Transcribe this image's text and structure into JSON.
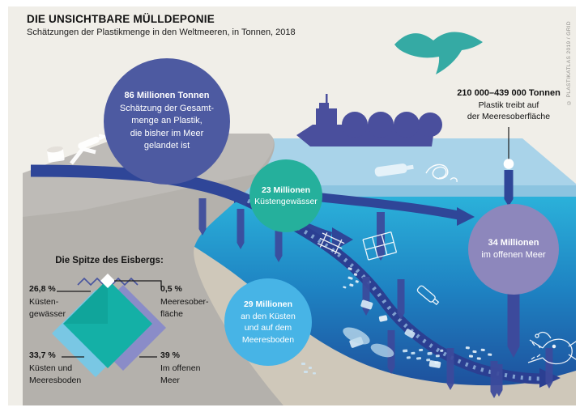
{
  "header": {
    "title": "DIE UNSICHTBARE MÜLLDEPONIE",
    "subtitle": "Schätzungen der Plastikmenge in den Weltmeeren, in Tonnen, 2018"
  },
  "credit": "© PLASTIKATLAS 2019 / GRID",
  "bubbles": {
    "total": {
      "value": "86 Millionen Tonnen",
      "l1": "Schätzung der Gesamt-",
      "l2": "menge an Plastik,",
      "l3": "die bisher im Meer",
      "l4": "gelandet ist"
    },
    "coastal": {
      "value": "23 Millionen",
      "label": "Küstengewässer"
    },
    "open": {
      "value": "34 Millionen",
      "label": "im offenen Meer"
    },
    "floor": {
      "value": "29 Millionen",
      "l1": "an den Küsten",
      "l2": "und auf dem",
      "l3": "Meeresboden"
    }
  },
  "surface_note": {
    "value": "210 000–439 000 Tonnen",
    "l1": "Plastik treibt auf",
    "l2": "der Meeresoberfläche"
  },
  "iceberg": {
    "title": "Die Spitze des Eisbergs:",
    "s1": {
      "pct": "26,8 %",
      "l1": "Küsten-",
      "l2": "gewässer"
    },
    "s2": {
      "pct": "0,5 %",
      "l1": "Meeresober-",
      "l2": "fläche"
    },
    "s3": {
      "pct": "33,7 %",
      "l1": "Küsten und",
      "l2": "Meeresboden"
    },
    "s4": {
      "pct": "39 %",
      "l1": "Im offenen",
      "l2": "Meer"
    }
  },
  "colors": {
    "total_bubble": "#4d5aa1",
    "coastal_bubble": "#25b09c",
    "open_bubble": "#8d87bc",
    "floor_bubble": "#47b4e6",
    "sea_light": "#a9d3e9",
    "sea_deep": "#1e4695",
    "land": "#b4b1ac",
    "seafloor": "#cfc8ba",
    "flow_band": "#2f4698",
    "bird": "#35aaa4",
    "ship": "#4a4f9d",
    "background": "#f0eee8"
  },
  "chart_data": {
    "type": "table",
    "title": "DIE UNSICHTBARE MÜLLDEPONIE",
    "subtitle": "Schätzungen der Plastikmenge in den Weltmeeren, in Tonnen, 2018",
    "unit": "Tonnen",
    "rows": [
      {
        "label": "Schätzung der Gesamtmenge an Plastik, die bisher im Meer gelandet ist",
        "value_tonnen": 86000000,
        "display": "86 Millionen Tonnen"
      },
      {
        "label": "Küstengewässer",
        "value_tonnen": 23000000,
        "display": "23 Millionen",
        "anteil_pct": 26.8
      },
      {
        "label": "an den Küsten und auf dem Meeresboden",
        "value_tonnen": 29000000,
        "display": "29 Millionen",
        "anteil_pct": 33.7
      },
      {
        "label": "im offenen Meer",
        "value_tonnen": 34000000,
        "display": "34 Millionen",
        "anteil_pct": 39
      },
      {
        "label": "Plastik treibt auf der Meeresoberfläche",
        "value_tonnen_range": [
          210000,
          439000
        ],
        "display": "210 000–439 000 Tonnen",
        "anteil_pct": 0.5
      }
    ],
    "iceberg_breakdown_pct": {
      "Küstengewässer": 26.8,
      "Meeresoberfläche": 0.5,
      "Küsten und Meeresboden": 33.7,
      "Im offenen Meer": 39
    }
  }
}
